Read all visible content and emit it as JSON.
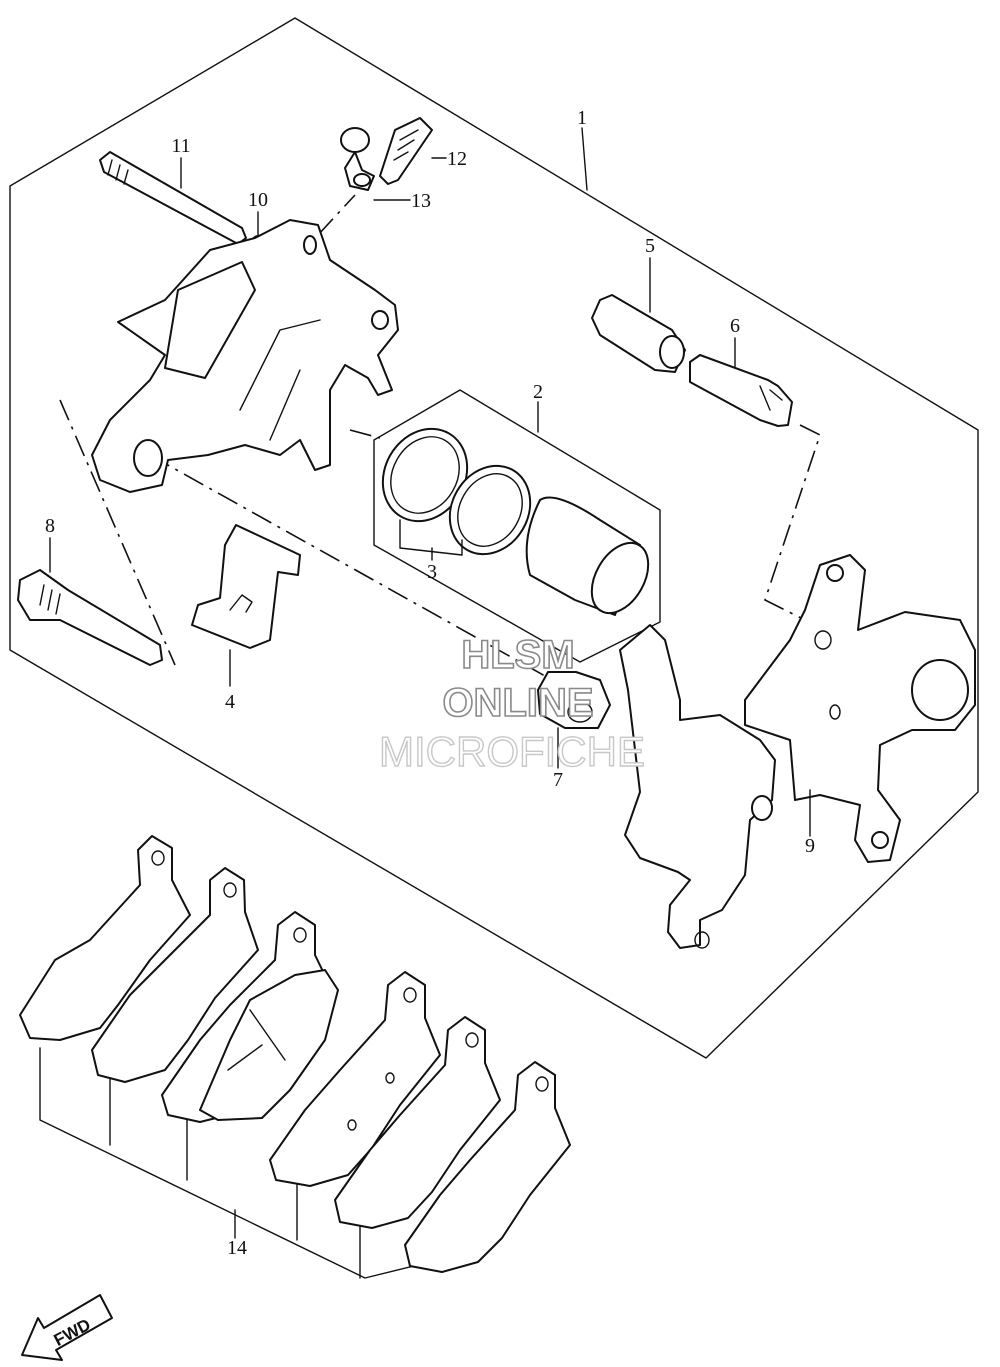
{
  "callouts": [
    {
      "id": "1",
      "label": "1"
    },
    {
      "id": "2",
      "label": "2"
    },
    {
      "id": "3",
      "label": "3"
    },
    {
      "id": "4",
      "label": "4"
    },
    {
      "id": "5",
      "label": "5"
    },
    {
      "id": "6",
      "label": "6"
    },
    {
      "id": "7",
      "label": "7"
    },
    {
      "id": "8",
      "label": "8"
    },
    {
      "id": "9",
      "label": "9"
    },
    {
      "id": "10",
      "label": "10"
    },
    {
      "id": "11",
      "label": "11"
    },
    {
      "id": "12",
      "label": "12"
    },
    {
      "id": "13",
      "label": "13"
    },
    {
      "id": "14",
      "label": "14"
    }
  ],
  "watermark": {
    "line1": "HLSM",
    "line2": "ONLINE",
    "line3": "MICROFICHE"
  },
  "direction_badge": {
    "label": "FWD",
    "icon": "fwd-arrow-icon"
  }
}
